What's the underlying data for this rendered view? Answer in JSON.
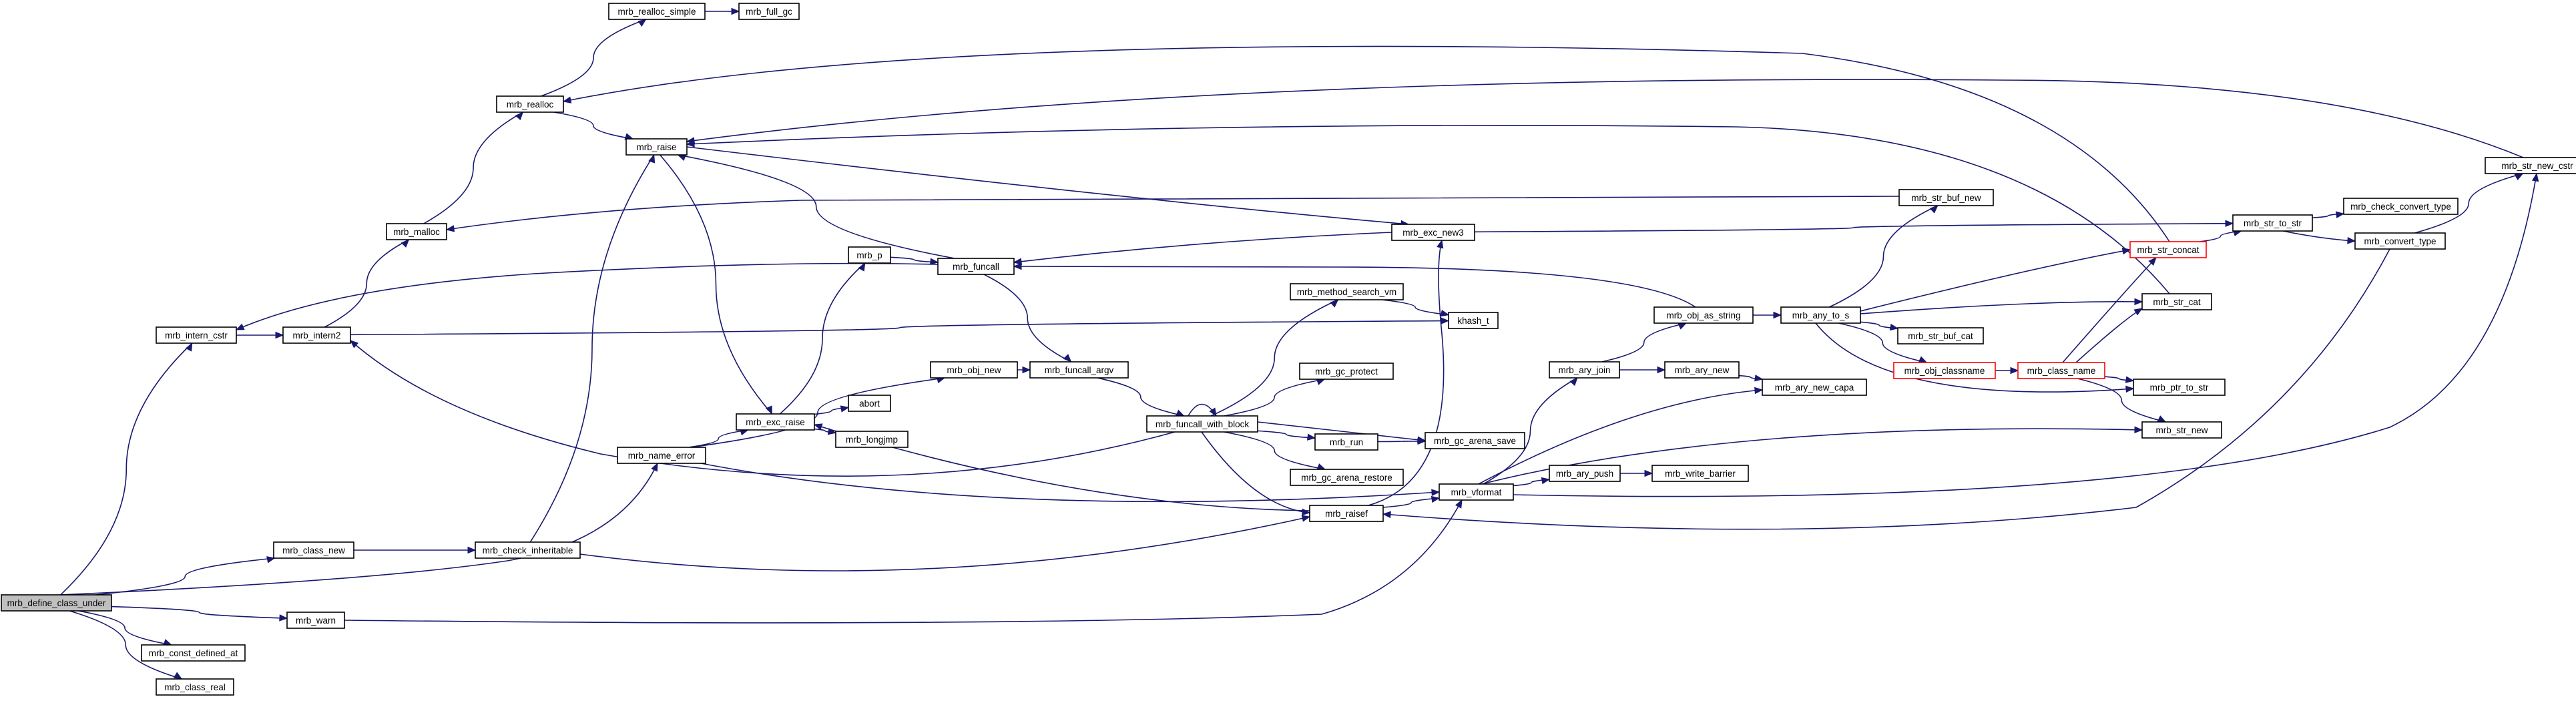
{
  "diagram": {
    "root": "mrb_define_class_under",
    "colors": {
      "edge": "#191970",
      "node_border": "#000000",
      "root_fill": "#bfbfbf",
      "highlight_border": "#ff0000"
    },
    "nodes": [
      {
        "id": "define_class_under",
        "label": "mrb_define_class_under",
        "root": true
      },
      {
        "id": "intern_cstr",
        "label": "mrb_intern_cstr"
      },
      {
        "id": "class_new",
        "label": "mrb_class_new"
      },
      {
        "id": "warn",
        "label": "mrb_warn"
      },
      {
        "id": "const_defined_at",
        "label": "mrb_const_defined_at"
      },
      {
        "id": "class_real",
        "label": "mrb_class_real"
      },
      {
        "id": "intern2",
        "label": "mrb_intern2"
      },
      {
        "id": "malloc",
        "label": "mrb_malloc"
      },
      {
        "id": "realloc",
        "label": "mrb_realloc"
      },
      {
        "id": "realloc_simple",
        "label": "mrb_realloc_simple"
      },
      {
        "id": "full_gc",
        "label": "mrb_full_gc"
      },
      {
        "id": "raise",
        "label": "mrb_raise"
      },
      {
        "id": "check_inheritable",
        "label": "mrb_check_inheritable"
      },
      {
        "id": "name_error",
        "label": "mrb_name_error"
      },
      {
        "id": "exc_raise",
        "label": "mrb_exc_raise"
      },
      {
        "id": "p",
        "label": "mrb_p"
      },
      {
        "id": "funcall",
        "label": "mrb_funcall"
      },
      {
        "id": "obj_new",
        "label": "mrb_obj_new"
      },
      {
        "id": "abort",
        "label": "abort"
      },
      {
        "id": "longjmp",
        "label": "mrb_longjmp"
      },
      {
        "id": "funcall_argv",
        "label": "mrb_funcall_argv"
      },
      {
        "id": "funcall_with_block",
        "label": "mrb_funcall_with_block"
      },
      {
        "id": "method_search_vm",
        "label": "mrb_method_search_vm"
      },
      {
        "id": "gc_protect",
        "label": "mrb_gc_protect"
      },
      {
        "id": "run",
        "label": "mrb_run"
      },
      {
        "id": "gc_arena_restore",
        "label": "mrb_gc_arena_restore"
      },
      {
        "id": "gc_arena_save",
        "label": "mrb_gc_arena_save"
      },
      {
        "id": "raisef",
        "label": "mrb_raisef"
      },
      {
        "id": "exc_new3",
        "label": "mrb_exc_new3"
      },
      {
        "id": "khash_t",
        "label": "khash_t"
      },
      {
        "id": "vformat",
        "label": "mrb_vformat"
      },
      {
        "id": "ary_join",
        "label": "mrb_ary_join"
      },
      {
        "id": "ary_push",
        "label": "mrb_ary_push"
      },
      {
        "id": "obj_as_string",
        "label": "mrb_obj_as_string"
      },
      {
        "id": "ary_new",
        "label": "mrb_ary_new"
      },
      {
        "id": "ary_new_capa",
        "label": "mrb_ary_new_capa"
      },
      {
        "id": "write_barrier",
        "label": "mrb_write_barrier"
      },
      {
        "id": "any_to_s",
        "label": "mrb_any_to_s"
      },
      {
        "id": "str_buf_new",
        "label": "mrb_str_buf_new"
      },
      {
        "id": "str_buf_cat",
        "label": "mrb_str_buf_cat"
      },
      {
        "id": "obj_classname",
        "label": "mrb_obj_classname",
        "highlight": true
      },
      {
        "id": "class_name",
        "label": "mrb_class_name",
        "highlight": true
      },
      {
        "id": "str_concat",
        "label": "mrb_str_concat",
        "highlight": true
      },
      {
        "id": "str_cat",
        "label": "mrb_str_cat"
      },
      {
        "id": "ptr_to_str",
        "label": "mrb_ptr_to_str"
      },
      {
        "id": "str_new",
        "label": "mrb_str_new"
      },
      {
        "id": "str_to_str",
        "label": "mrb_str_to_str"
      },
      {
        "id": "check_convert_type",
        "label": "mrb_check_convert_type"
      },
      {
        "id": "convert_type",
        "label": "mrb_convert_type"
      },
      {
        "id": "str_new_cstr",
        "label": "mrb_str_new_cstr"
      }
    ],
    "edges": [
      [
        "define_class_under",
        "intern_cstr"
      ],
      [
        "define_class_under",
        "class_new"
      ],
      [
        "define_class_under",
        "name_error"
      ],
      [
        "define_class_under",
        "warn"
      ],
      [
        "define_class_under",
        "const_defined_at"
      ],
      [
        "define_class_under",
        "class_real"
      ],
      [
        "intern_cstr",
        "intern2"
      ],
      [
        "intern2",
        "malloc"
      ],
      [
        "intern2",
        "khash_t"
      ],
      [
        "malloc",
        "realloc"
      ],
      [
        "realloc",
        "realloc_simple"
      ],
      [
        "realloc",
        "raise"
      ],
      [
        "realloc_simple",
        "full_gc"
      ],
      [
        "raise",
        "exc_raise"
      ],
      [
        "raise",
        "exc_new3"
      ],
      [
        "class_new",
        "check_inheritable"
      ],
      [
        "check_inheritable",
        "raise"
      ],
      [
        "check_inheritable",
        "raisef"
      ],
      [
        "name_error",
        "obj_new"
      ],
      [
        "name_error",
        "exc_raise"
      ],
      [
        "name_error",
        "vformat"
      ],
      [
        "exc_raise",
        "p"
      ],
      [
        "exc_raise",
        "abort"
      ],
      [
        "exc_raise",
        "longjmp"
      ],
      [
        "p",
        "funcall"
      ],
      [
        "funcall",
        "raise"
      ],
      [
        "funcall",
        "intern_cstr"
      ],
      [
        "funcall",
        "funcall_argv"
      ],
      [
        "obj_new",
        "funcall_argv"
      ],
      [
        "funcall_argv",
        "funcall_with_block"
      ],
      [
        "funcall_with_block",
        "funcall_with_block"
      ],
      [
        "funcall_with_block",
        "intern2"
      ],
      [
        "funcall_with_block",
        "method_search_vm"
      ],
      [
        "funcall_with_block",
        "gc_protect"
      ],
      [
        "funcall_with_block",
        "run"
      ],
      [
        "funcall_with_block",
        "gc_arena_restore"
      ],
      [
        "funcall_with_block",
        "gc_arena_save"
      ],
      [
        "funcall_with_block",
        "raisef"
      ],
      [
        "method_search_vm",
        "khash_t"
      ],
      [
        "run",
        "gc_arena_save"
      ],
      [
        "raisef",
        "exc_new3"
      ],
      [
        "raisef",
        "exc_raise"
      ],
      [
        "raisef",
        "vformat"
      ],
      [
        "exc_new3",
        "funcall"
      ],
      [
        "exc_new3",
        "str_to_str"
      ],
      [
        "warn",
        "vformat"
      ],
      [
        "vformat",
        "ary_join"
      ],
      [
        "vformat",
        "ary_push"
      ],
      [
        "vformat",
        "ary_new_capa"
      ],
      [
        "vformat",
        "str_new"
      ],
      [
        "vformat",
        "str_new_cstr"
      ],
      [
        "ary_join",
        "obj_as_string"
      ],
      [
        "ary_join",
        "ary_new"
      ],
      [
        "ary_new",
        "ary_new_capa"
      ],
      [
        "ary_push",
        "write_barrier"
      ],
      [
        "obj_as_string",
        "funcall"
      ],
      [
        "obj_as_string",
        "any_to_s"
      ],
      [
        "any_to_s",
        "str_buf_new"
      ],
      [
        "any_to_s",
        "str_buf_cat"
      ],
      [
        "any_to_s",
        "obj_classname"
      ],
      [
        "any_to_s",
        "str_concat"
      ],
      [
        "any_to_s",
        "str_cat"
      ],
      [
        "any_to_s",
        "ptr_to_str"
      ],
      [
        "str_buf_new",
        "malloc"
      ],
      [
        "obj_classname",
        "class_name"
      ],
      [
        "class_name",
        "str_cat"
      ],
      [
        "class_name",
        "ptr_to_str"
      ],
      [
        "class_name",
        "str_new"
      ],
      [
        "class_name",
        "str_concat"
      ],
      [
        "str_concat",
        "str_to_str"
      ],
      [
        "str_concat",
        "realloc"
      ],
      [
        "str_cat",
        "raise"
      ],
      [
        "str_to_str",
        "check_convert_type"
      ],
      [
        "str_to_str",
        "convert_type"
      ],
      [
        "convert_type",
        "raisef"
      ],
      [
        "convert_type",
        "str_new_cstr"
      ],
      [
        "str_new_cstr",
        "raise"
      ]
    ]
  }
}
